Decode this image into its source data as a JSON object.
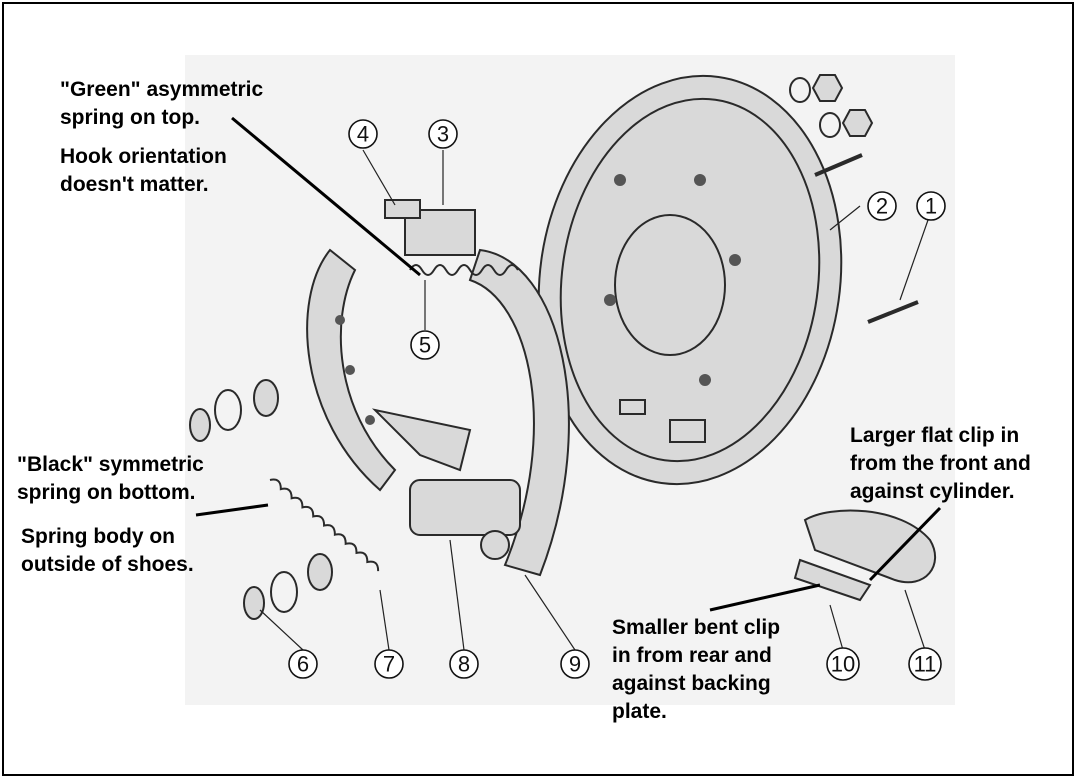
{
  "annotations": {
    "green_spring_title": "\"Green\" asymmetric",
    "green_spring_line2": "spring on top.",
    "hook_line1": "Hook orientation",
    "hook_line2": "doesn't matter.",
    "black_spring_title": "\"Black\" symmetric",
    "black_spring_line2": "spring on bottom.",
    "spring_body_line1": "Spring body on",
    "spring_body_line2": "outside of shoes.",
    "large_clip_line1": "Larger flat clip in",
    "large_clip_line2": "from the front and",
    "large_clip_line3": "against cylinder.",
    "small_clip_line1": "Smaller bent clip",
    "small_clip_line2": "in from rear and",
    "small_clip_line3": "against backing",
    "small_clip_line4": "plate."
  },
  "part_numbers": [
    "1",
    "2",
    "3",
    "4",
    "5",
    "6",
    "7",
    "8",
    "9",
    "10",
    "11"
  ]
}
